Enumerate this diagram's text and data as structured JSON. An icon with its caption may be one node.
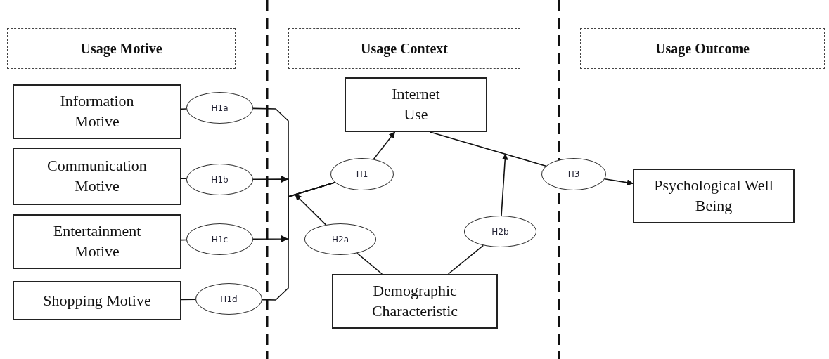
{
  "diagram": {
    "nodes": [
      {
        "text": [
          "Usage Motive"
        ]
      },
      {
        "text": [
          "Usage Context"
        ]
      },
      {
        "text": [
          "Usage Outcome"
        ]
      },
      {
        "text": [
          "Information Motive"
        ]
      },
      {
        "text": [
          "Communication Motive"
        ]
      },
      {
        "text": [
          "Entertainment Motive"
        ]
      },
      {
        "text": [
          "Shopping Motive"
        ]
      },
      {
        "text": [
          "H1a"
        ]
      },
      {
        "text": [
          "H1b"
        ]
      },
      {
        "text": [
          "H1c"
        ]
      },
      {
        "text": [
          "H1d"
        ]
      },
      {
        "text": [
          "H1"
        ]
      },
      {
        "text": [
          "Internet Use"
        ]
      },
      {
        "text": [
          "H2a"
        ]
      },
      {
        "text": [
          "H2b"
        ]
      },
      {
        "text": [
          "Demographic Characteristic"
        ]
      },
      {
        "text": [
          "H3"
        ]
      },
      {
        "text": [
          "Psychological Well Being"
        ]
      }
    ],
    "edges": [
      {
        "from": 3,
        "to": 7,
        "arrow": "none"
      },
      {
        "from": 4,
        "to": 8,
        "arrow": "none"
      },
      {
        "from": 5,
        "to": 9,
        "arrow": "none"
      },
      {
        "from": 6,
        "to": 10,
        "arrow": "none"
      },
      {
        "from": 7,
        "to": 11,
        "arrow": "none"
      },
      {
        "from": 8,
        "to": 11,
        "arrow": "to"
      },
      {
        "from": 9,
        "to": 11,
        "arrow": "to"
      },
      {
        "from": 10,
        "to": 11,
        "arrow": "none"
      },
      {
        "from": 11,
        "to": 12,
        "arrow": "to"
      },
      {
        "from": 15,
        "to": 13,
        "arrow": "none"
      },
      {
        "from": 13,
        "to": null,
        "arrow": "to"
      },
      {
        "from": 15,
        "to": 14,
        "arrow": "none"
      },
      {
        "from": 14,
        "to": null,
        "arrow": "to"
      },
      {
        "from": 12,
        "to": 16,
        "arrow": "none"
      },
      {
        "from": 16,
        "to": 17,
        "arrow": "to"
      }
    ]
  }
}
